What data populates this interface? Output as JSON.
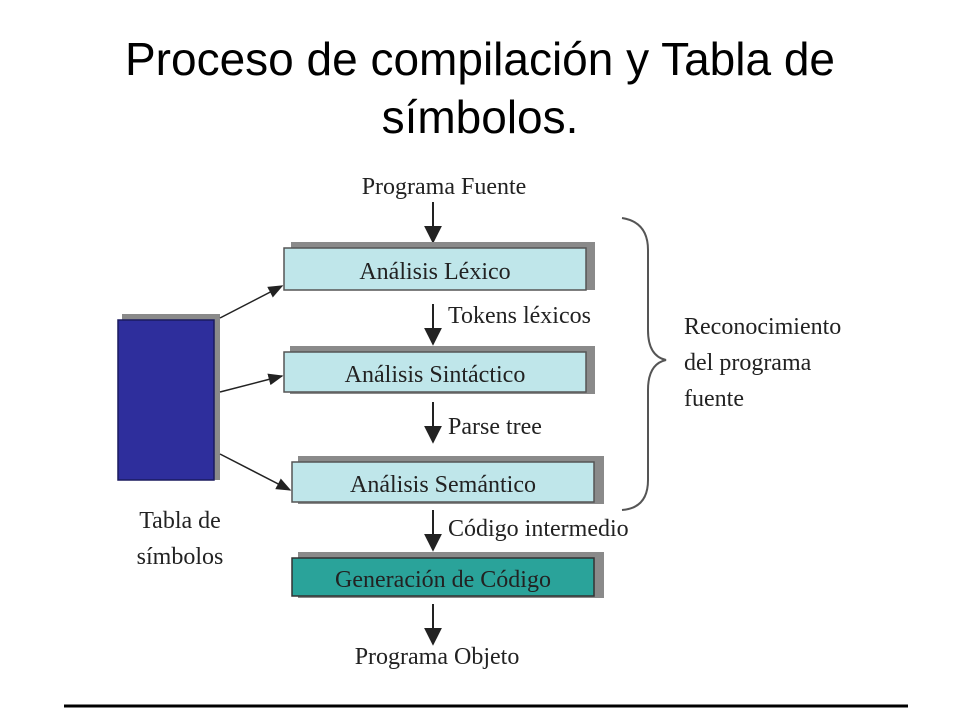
{
  "slide": {
    "title_line1": "Proceso de compilación y Tabla de",
    "title_line2": "símbolos."
  },
  "diagram": {
    "input_label": "Programa Fuente",
    "output_label": "Programa Objeto",
    "stages": [
      {
        "label": "Análisis Léxico"
      },
      {
        "label": "Análisis Sintáctico"
      },
      {
        "label": "Análisis Semántico"
      },
      {
        "label": "Generación de Código"
      }
    ],
    "flows": [
      {
        "label": "Tokens léxicos"
      },
      {
        "label": "Parse tree"
      },
      {
        "label": "Código intermedio"
      }
    ],
    "brace_label_lines": [
      "Reconocimiento",
      "del programa",
      "fuente"
    ],
    "symbol_table_label_lines": [
      "Tabla de",
      "símbolos"
    ]
  },
  "colors": {
    "analysis_box": "#bfe6ea",
    "codegen_box": "#2aa39a",
    "symbol_table": "#2e2e9c",
    "shadow": "#8a8a8a",
    "arrow": "#222222"
  }
}
